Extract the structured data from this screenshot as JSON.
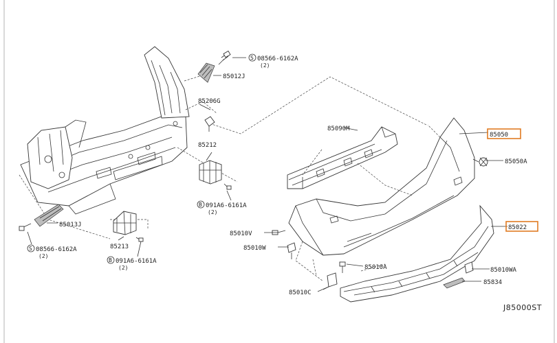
{
  "labels": {
    "p08566_top": "08566-6162A",
    "p08566_top_qty": "(2)",
    "p85012j": "85012J",
    "p85206g": "85206G",
    "p85212": "85212",
    "p091a6_top": "091A6-6161A",
    "p091a6_top_qty": "(2)",
    "p85013j": "85013J",
    "p08566_bot": "08566-6162A",
    "p08566_bot_qty": "(2)",
    "p85213": "85213",
    "p091a6_bot": "091A6-6161A",
    "p091a6_bot_qty": "(2)",
    "p85090m": "85090M",
    "p85050": "85050",
    "p85050a": "85050A",
    "p85010v": "85010V",
    "p85010w": "85010W",
    "p85010a": "85010A",
    "p85022": "85022",
    "p85010wa": "85010WA",
    "p85834": "85834",
    "p85010c": "85010C",
    "symbol_s": "S",
    "symbol_b": "B"
  },
  "diagram_code": "J85000ST",
  "colors": {
    "highlight": "#e07b22",
    "line": "#333333"
  }
}
